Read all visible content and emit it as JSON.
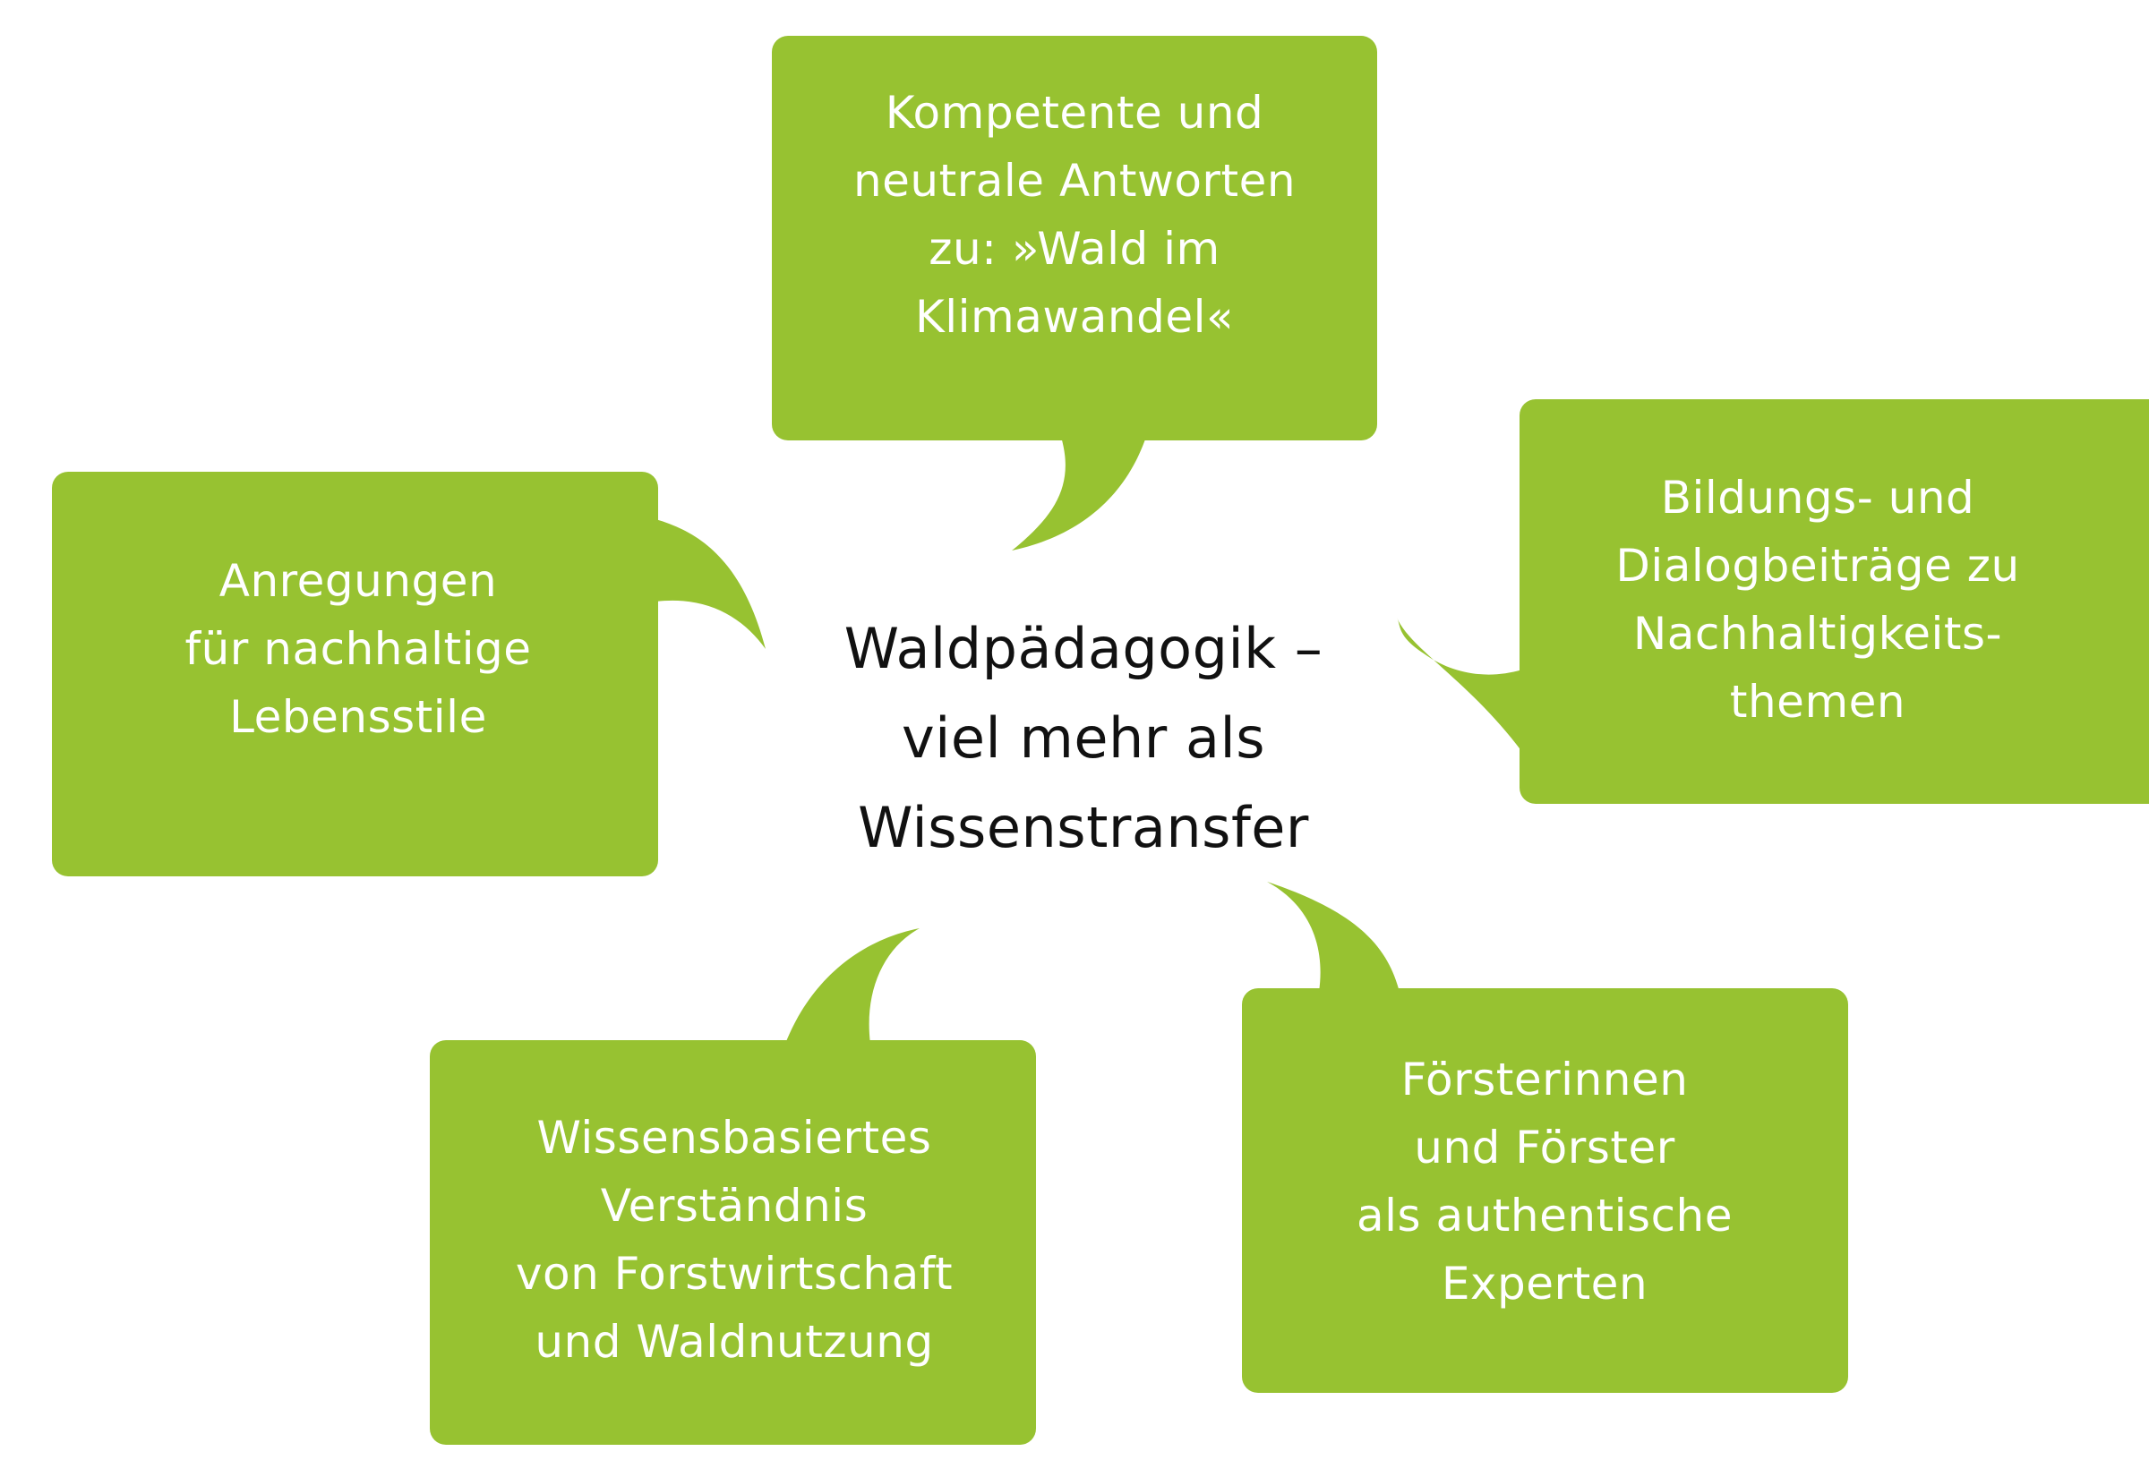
{
  "diagram": {
    "center": {
      "text": "Waldpädagogik –\nviel mehr als\nWissenstransfer"
    },
    "bubbles": [
      {
        "id": "top",
        "text": "Kompetente und\nneutrale Antworten\nzu: »Wald im\nKlimawandel«"
      },
      {
        "id": "right",
        "text": "Bildungs- und\nDialogbeiträge zu\nNachhaltigkeits-\nthemen"
      },
      {
        "id": "bottom-right",
        "text": "Försterinnen\nund Förster\nals authentische\nExperten"
      },
      {
        "id": "bottom-left",
        "text": "Wissensbasiertes\nVerständnis\nvon Forstwirtschaft\nund Waldnutzung"
      },
      {
        "id": "left",
        "text": "Anregungen\nfür nachhaltige\nLebensstile"
      }
    ],
    "colors": {
      "bubble_fill": "#97c231",
      "bubble_text": "#ffffff",
      "center_text": "#111111",
      "background": "#ffffff"
    }
  }
}
